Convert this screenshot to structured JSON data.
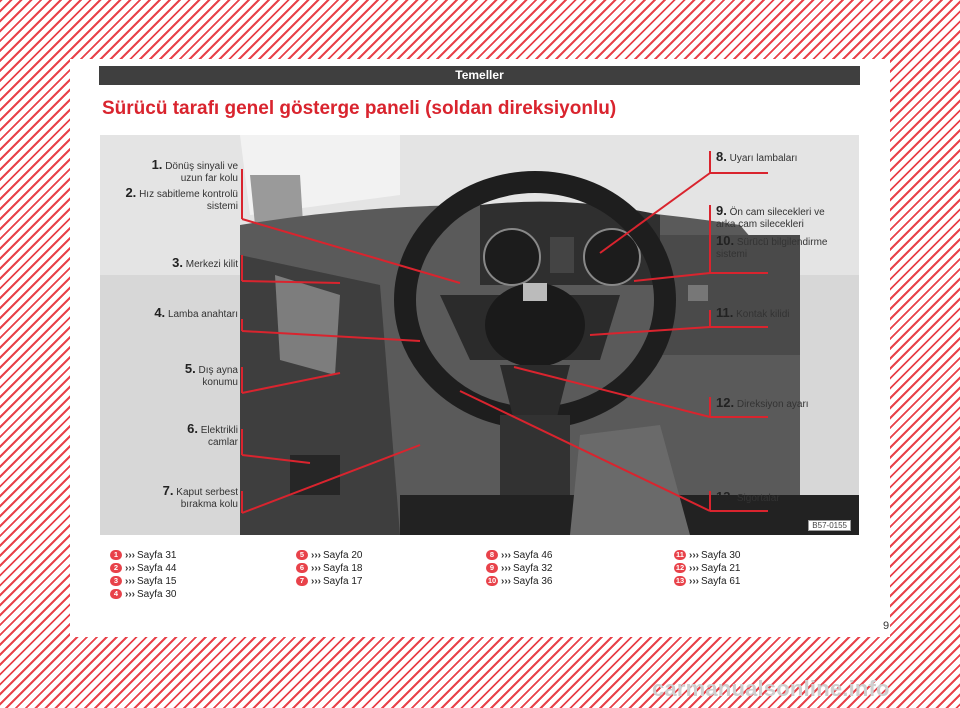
{
  "header": {
    "section": "Temeller",
    "title": "Sürücü tarafı genel gösterge paneli (soldan direksiyonlu)"
  },
  "photo": {
    "code": "B57-0155",
    "callouts_left": [
      {
        "num": "1.",
        "text": "Dönüş sinyali ve",
        "text2": "uzun far kolu"
      },
      {
        "num": "2.",
        "text": "Hız sabitleme kontrolü",
        "text2": "sistemi"
      },
      {
        "num": "3.",
        "text": "Merkezi kilit",
        "text2": ""
      },
      {
        "num": "4.",
        "text": "Lamba anahtarı",
        "text2": ""
      },
      {
        "num": "5.",
        "text": "Dış ayna",
        "text2": "konumu"
      },
      {
        "num": "6.",
        "text": "Elektrikli",
        "text2": "camlar"
      },
      {
        "num": "7.",
        "text": "Kaput serbest",
        "text2": "bırakma kolu"
      }
    ],
    "callouts_right": [
      {
        "num": "8.",
        "text": "Uyarı lambaları",
        "text2": ""
      },
      {
        "num": "9.",
        "text": "Ön cam silecekleri ve",
        "text2": "arka cam silecekleri"
      },
      {
        "num": "10.",
        "text": "Sürücü bilgilendirme",
        "text2": "sistemi"
      },
      {
        "num": "11.",
        "text": "Kontak kilidi",
        "text2": ""
      },
      {
        "num": "12.",
        "text": "Direksiyon ayarı",
        "text2": ""
      },
      {
        "num": "13.",
        "text": "Sigortalar",
        "text2": ""
      }
    ]
  },
  "refs": {
    "arrows": "›››",
    "columns": [
      [
        {
          "n": "1",
          "page": "Sayfa 31"
        },
        {
          "n": "2",
          "page": "Sayfa 44"
        },
        {
          "n": "3",
          "page": "Sayfa 15"
        },
        {
          "n": "4",
          "page": "Sayfa 30"
        }
      ],
      [
        {
          "n": "5",
          "page": "Sayfa 20"
        },
        {
          "n": "6",
          "page": "Sayfa 18"
        },
        {
          "n": "7",
          "page": "Sayfa 17"
        }
      ],
      [
        {
          "n": "8",
          "page": "Sayfa 46"
        },
        {
          "n": "9",
          "page": "Sayfa 32"
        },
        {
          "n": "10",
          "page": "Sayfa 36"
        }
      ],
      [
        {
          "n": "11",
          "page": "Sayfa 30"
        },
        {
          "n": "12",
          "page": "Sayfa 21"
        },
        {
          "n": "13",
          "page": "Sayfa 61"
        }
      ]
    ]
  },
  "page_number": "9",
  "watermark": "carmanualsonline.info",
  "colors": {
    "accent": "#d9242e",
    "hatch": "#e8424a",
    "header_bar": "#3f3f3f"
  }
}
